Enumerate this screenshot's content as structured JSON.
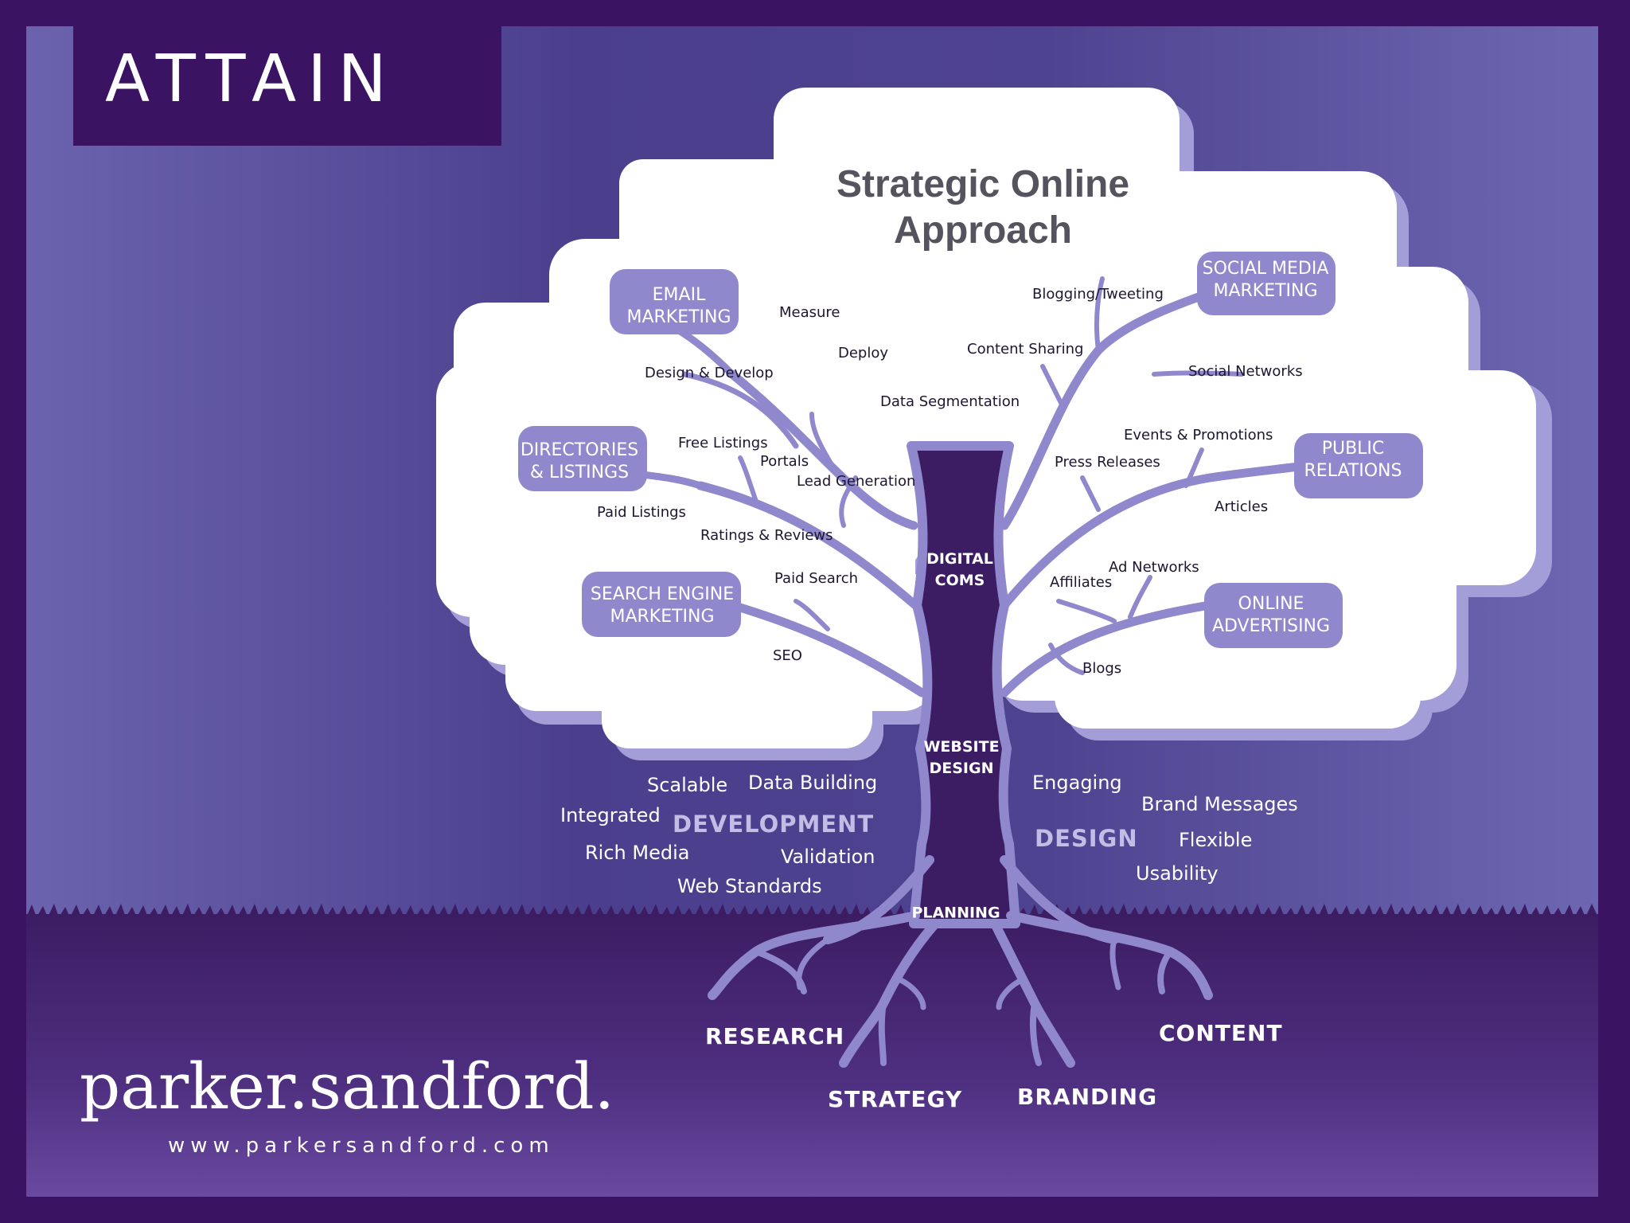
{
  "brand": {
    "logo": "ATTAIN"
  },
  "title": {
    "line1": "Strategic Online",
    "line2": "Approach"
  },
  "branches": {
    "email_marketing": [
      "EMAIL",
      "MARKETING"
    ],
    "directories_listings": [
      "DIRECTORIES",
      "& LISTINGS"
    ],
    "search_engine_marketing": [
      "SEARCH ENGINE",
      "MARKETING"
    ],
    "social_media_marketing": [
      "SOCIAL MEDIA",
      "MARKETING"
    ],
    "public_relations": [
      "PUBLIC",
      "RELATIONS"
    ],
    "online_advertising": [
      "ONLINE",
      "ADVERTISING"
    ]
  },
  "leaves": {
    "measure": "Measure",
    "deploy": "Deploy",
    "design_develop": "Design & Develop",
    "data_segmentation": "Data Segmentation",
    "free_listings": "Free Listings",
    "portals": "Portals",
    "lead_generation": "Lead Generation",
    "paid_listings": "Paid Listings",
    "ratings_reviews": "Ratings & Reviews",
    "paid_search": "Paid Search",
    "seo": "SEO",
    "blogging_tweeting": "Blogging/Tweeting",
    "content_sharing": "Content Sharing",
    "social_networks": "Social Networks",
    "events_promotions": "Events & Promotions",
    "press_releases": "Press Releases",
    "articles": "Articles",
    "ad_networks": "Ad Networks",
    "affiliates": "Affiliates",
    "blogs": "Blogs"
  },
  "trunk": {
    "digital_coms": [
      "DIGITAL",
      "COMS"
    ],
    "website_design": [
      "WEBSITE",
      "DESIGN"
    ],
    "planning": "PLANNING"
  },
  "development": {
    "heading": "DEVELOPMENT",
    "items": {
      "scalable": "Scalable",
      "data_building": "Data Building",
      "integrated": "Integrated",
      "rich_media": "Rich Media",
      "validation": "Validation",
      "web_standards": "Web Standards"
    }
  },
  "design": {
    "heading": "DESIGN",
    "items": {
      "engaging": "Engaging",
      "brand_messages": "Brand Messages",
      "flexible": "Flexible",
      "usability": "Usability"
    }
  },
  "roots": {
    "research": "RESEARCH",
    "strategy": "STRATEGY",
    "branding": "BRANDING",
    "content": "CONTENT"
  },
  "footer": {
    "company": "parker.sandford.",
    "website": "www.parkersandford.com"
  },
  "colors": {
    "frame": "#3a1463",
    "sky_light": "#6d66b0",
    "sky_dark": "#4a3d8c",
    "ground": "#3d1f66",
    "tree": "#8f88cc",
    "canopy": "#ffffff",
    "canopy_shadow": "#a09ad6",
    "chip": "#8f88cc"
  }
}
